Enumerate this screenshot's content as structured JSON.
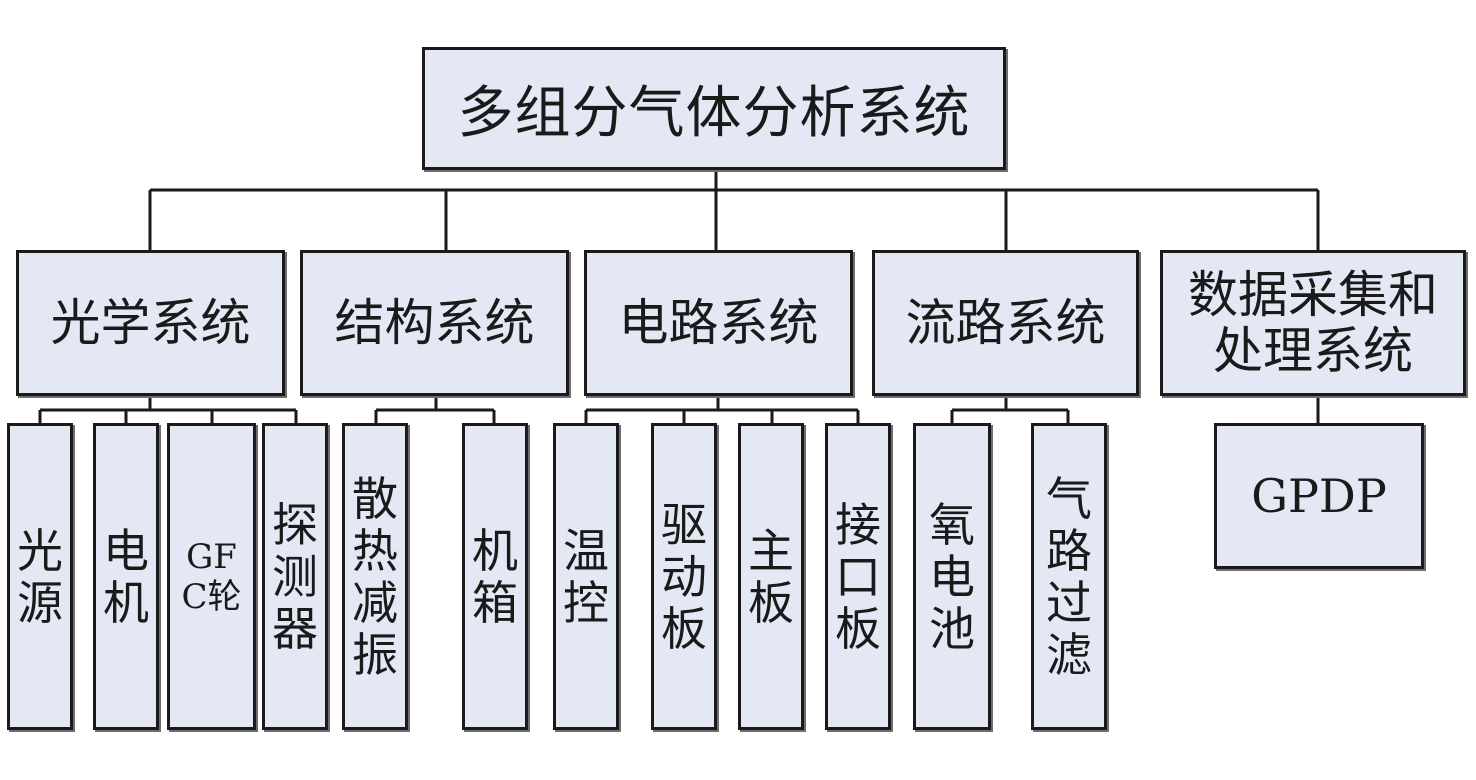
{
  "root": "多组分气体分析系统",
  "subsystems": [
    {
      "title": "光学系统",
      "components": [
        "光源",
        "电机",
        "GFC轮",
        "探测器"
      ]
    },
    {
      "title": "结构系统",
      "components": [
        "散热减振",
        "机箱"
      ]
    },
    {
      "title": "电路系统",
      "components": [
        "温控",
        "驱动板",
        "主板",
        "接口板"
      ]
    },
    {
      "title": "流路系统",
      "components": [
        "氧电池",
        "气路过滤"
      ]
    },
    {
      "title": "数据采集和处理系统",
      "components": [
        "GPDP"
      ]
    }
  ],
  "colors": {
    "box_fill": "#e3e8f4",
    "border": "#1a1a1a"
  }
}
